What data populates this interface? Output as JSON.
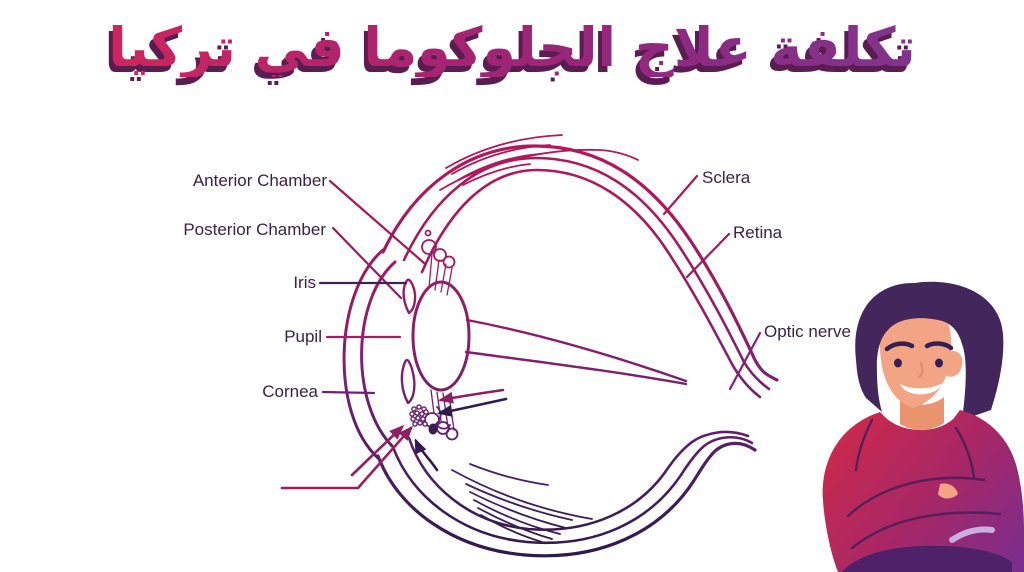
{
  "title": {
    "text": "تكلفة علاج الجلوكوما في تركيا",
    "gradient_left_color": "#d6295b",
    "gradient_right_color": "#7d3a92",
    "shadow_color": "#5a1d51"
  },
  "diagram": {
    "type": "eye-anatomy-cross-section",
    "label_color": "#3b2144",
    "labels": [
      {
        "id": "anterior-chamber",
        "text": "Anterior Chamber"
      },
      {
        "id": "posterior-chamber",
        "text": "Posterior Chamber"
      },
      {
        "id": "iris",
        "text": "Iris"
      },
      {
        "id": "pupil",
        "text": "Pupil"
      },
      {
        "id": "cornea",
        "text": "Cornea"
      },
      {
        "id": "sclera",
        "text": "Sclera"
      },
      {
        "id": "retina",
        "text": "Retina"
      },
      {
        "id": "optic-nerve",
        "text": "Optic nerve"
      }
    ],
    "ink_colors": {
      "top": "#b4175a",
      "middle": "#7a2270",
      "bottom": "#2a1947"
    }
  },
  "illustration": {
    "name": "man-arms-crossed",
    "hair_color": "#42265c",
    "skin_color": "#f3a485",
    "sweater_gradient": [
      "#c8294e",
      "#7b2d8e"
    ]
  },
  "background_color": "#ffffff"
}
